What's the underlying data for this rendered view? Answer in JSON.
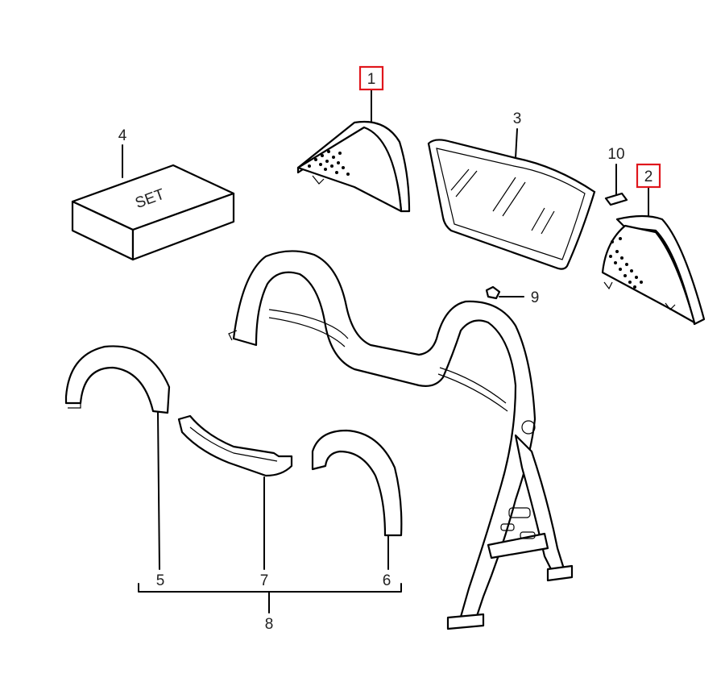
{
  "diagram": {
    "box_text": "SET",
    "callouts": [
      {
        "id": "1",
        "text": "1",
        "highlighted": true
      },
      {
        "id": "2",
        "text": "2",
        "highlighted": true
      },
      {
        "id": "3",
        "text": "3",
        "highlighted": false
      },
      {
        "id": "4",
        "text": "4",
        "highlighted": false
      },
      {
        "id": "5",
        "text": "5",
        "highlighted": false
      },
      {
        "id": "6",
        "text": "6",
        "highlighted": false
      },
      {
        "id": "7",
        "text": "7",
        "highlighted": false
      },
      {
        "id": "8",
        "text": "8",
        "highlighted": false
      },
      {
        "id": "9",
        "text": "9",
        "highlighted": false
      },
      {
        "id": "10",
        "text": "10",
        "highlighted": false
      }
    ],
    "highlight_color": "#e0161c"
  }
}
